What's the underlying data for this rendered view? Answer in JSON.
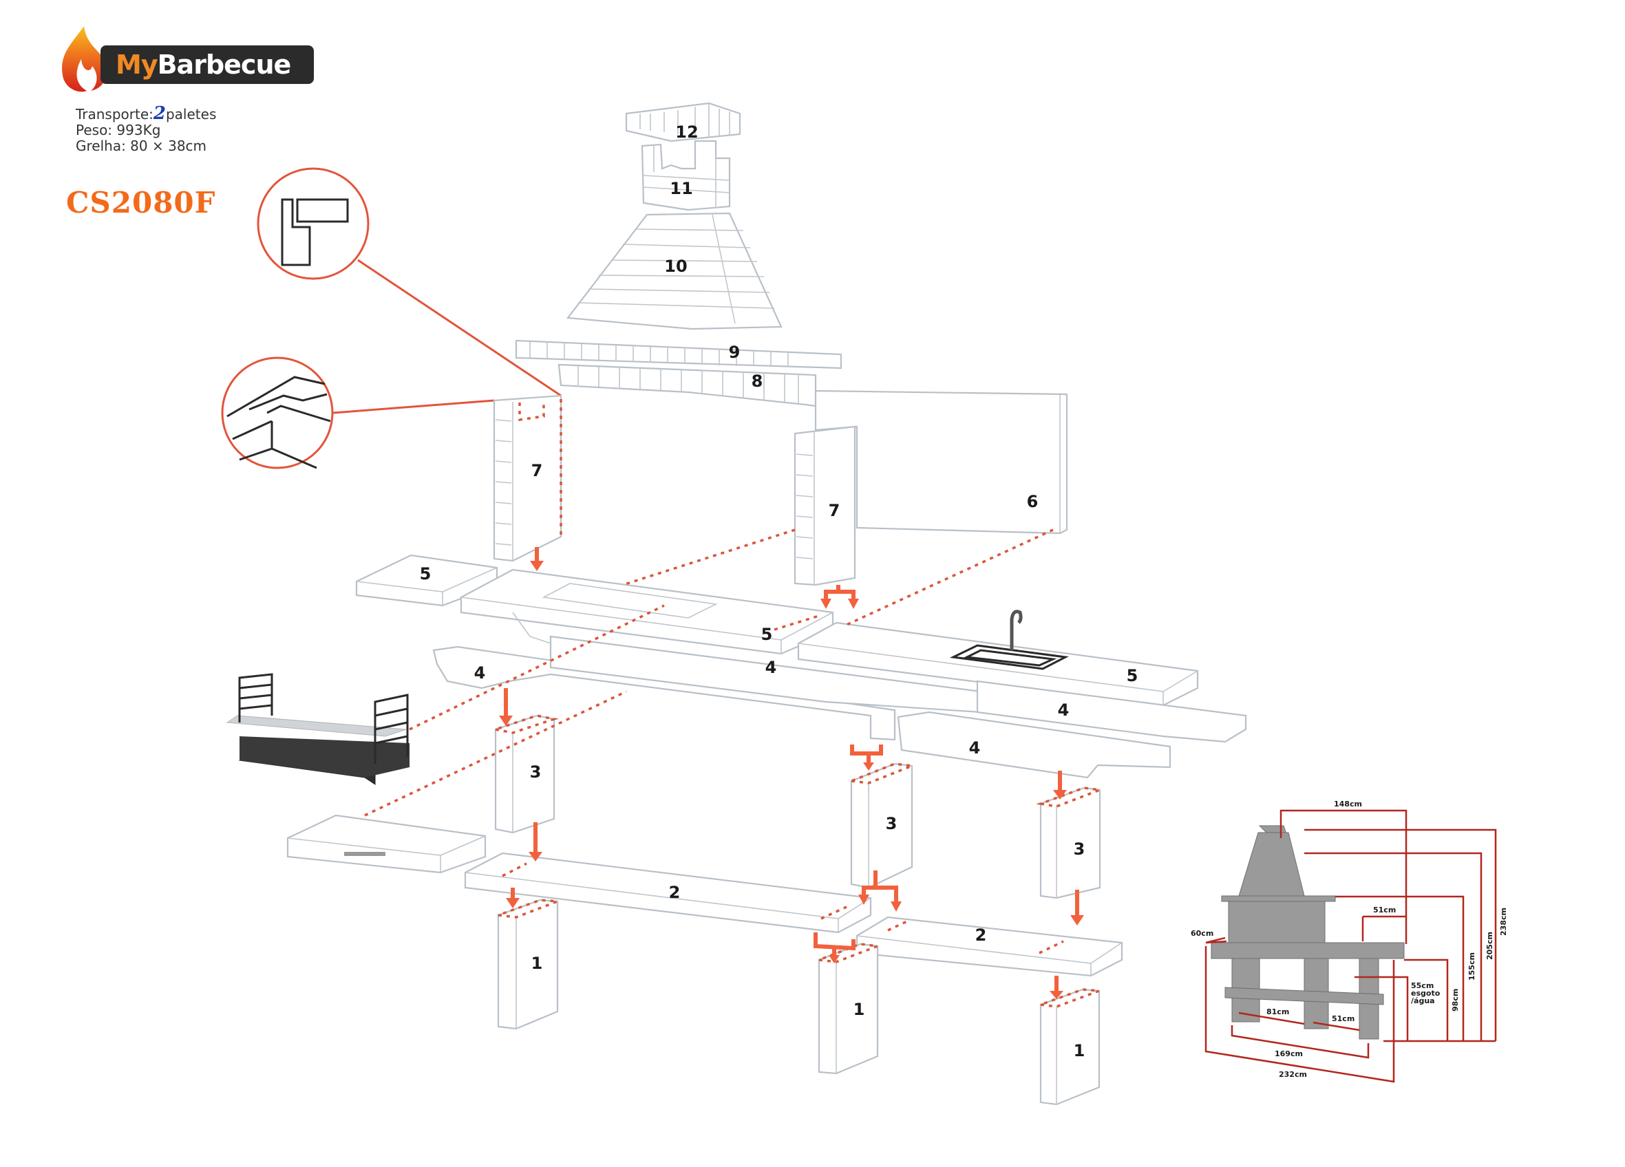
{
  "brand": {
    "name_prefix": "My",
    "name_suffix": "Barbecue",
    "colors": {
      "accent": "#f08a24",
      "bar": "#2b2b2b",
      "model": "#f26a1b",
      "arrows": "#f2613d",
      "outline": "#b8c0c8"
    }
  },
  "specs": {
    "transport_label": "Transporte:",
    "transport_value": "2",
    "transport_unit": "paletes",
    "weight": "Peso: 993Kg",
    "grill": "Grelha: 80 × 38cm"
  },
  "model_code": "CS2080F",
  "parts": {
    "p1": "1",
    "p2": "2",
    "p3": "3",
    "p4": "4",
    "p5": "5",
    "p6": "6",
    "p7": "7",
    "p8": "8",
    "p9": "9",
    "p10": "10",
    "p11": "11",
    "p12": "12"
  },
  "callouts": [
    {
      "name": "l-joint-detail",
      "depicts": "L-shaped interlocking joint top view"
    },
    {
      "name": "tongue-joint-detail",
      "depicts": "interlocking slot joint perspective"
    }
  ],
  "accessories": [
    "grill-rack",
    "ash-tray"
  ],
  "dimensions": {
    "top_width": "148cm",
    "sink_offset": "51cm",
    "depth": "60cm",
    "inner_left": "81cm",
    "inner_right": "51cm",
    "base_width": "169cm",
    "total_width": "232cm",
    "drain_height": "55cm",
    "drain_label_1": "esgoto",
    "drain_label_2": "/água",
    "counter_height": "98cm",
    "hood_base_height": "155cm",
    "hood_height": "205cm",
    "total_height": "238cm"
  }
}
